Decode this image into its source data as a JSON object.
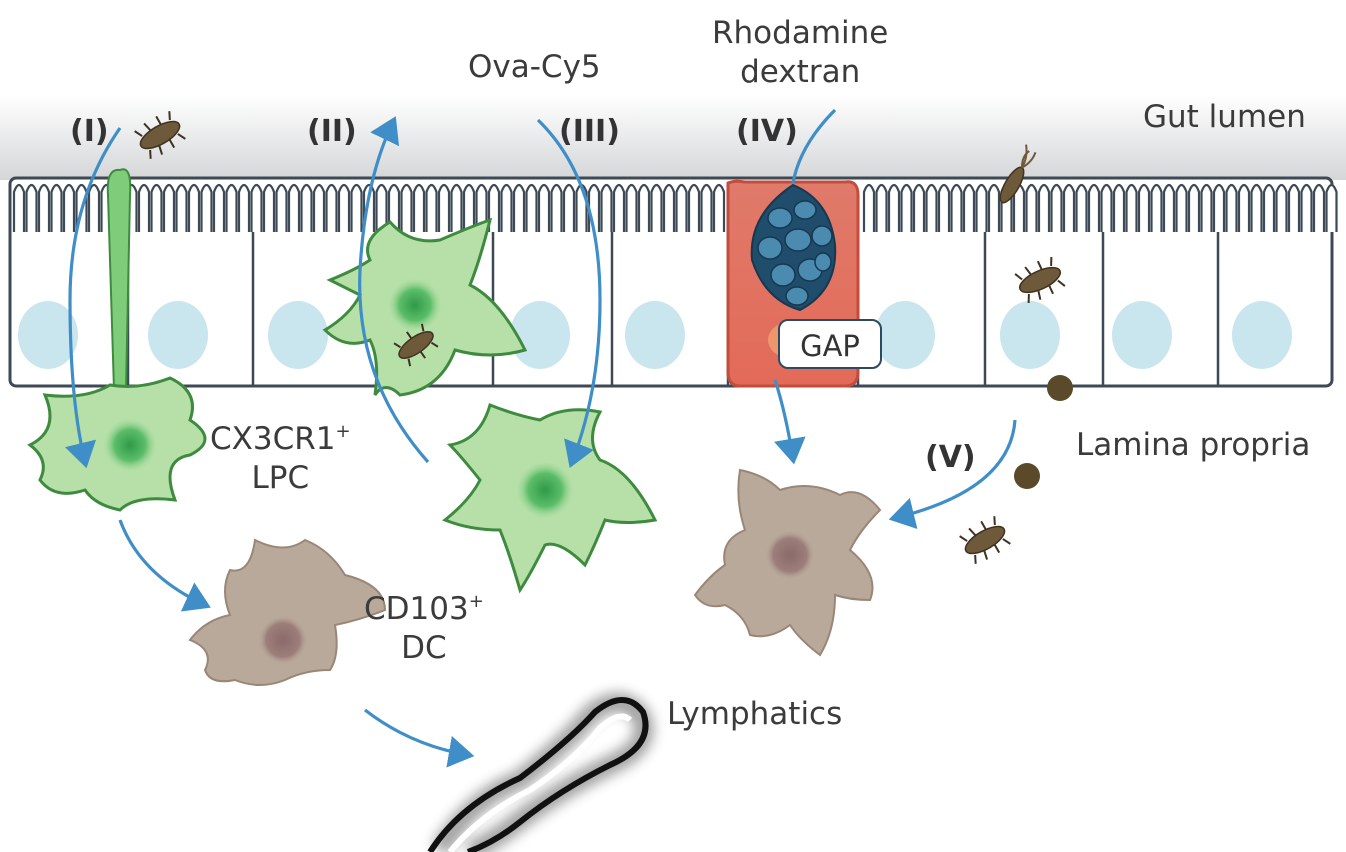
{
  "regions": {
    "gut_lumen": "Gut lumen",
    "lamina_propria": "Lamina propria",
    "lymphatics": "Lymphatics"
  },
  "markers": {
    "ova": "Ova-Cy5",
    "rhodamine_line1": "Rhodamine",
    "rhodamine_line2": "dextran",
    "gap": "GAP"
  },
  "cells": {
    "cx3cr1_name": "CX3CR1",
    "cx3cr1_sup": "+",
    "cx3cr1_line2": "LPC",
    "cd103_name": "CD103",
    "cd103_sup": "+",
    "cd103_line2": "DC"
  },
  "pathways": [
    "(I)",
    "(II)",
    "(III)",
    "(IV)",
    "(V)"
  ],
  "colors": {
    "arrow": "#3f8ec7",
    "macrophage": "#b7e0a8",
    "dendritic_cell": "#b9a99a",
    "goblet": "#e07a6a",
    "nucleus": "#bfe0ea"
  }
}
